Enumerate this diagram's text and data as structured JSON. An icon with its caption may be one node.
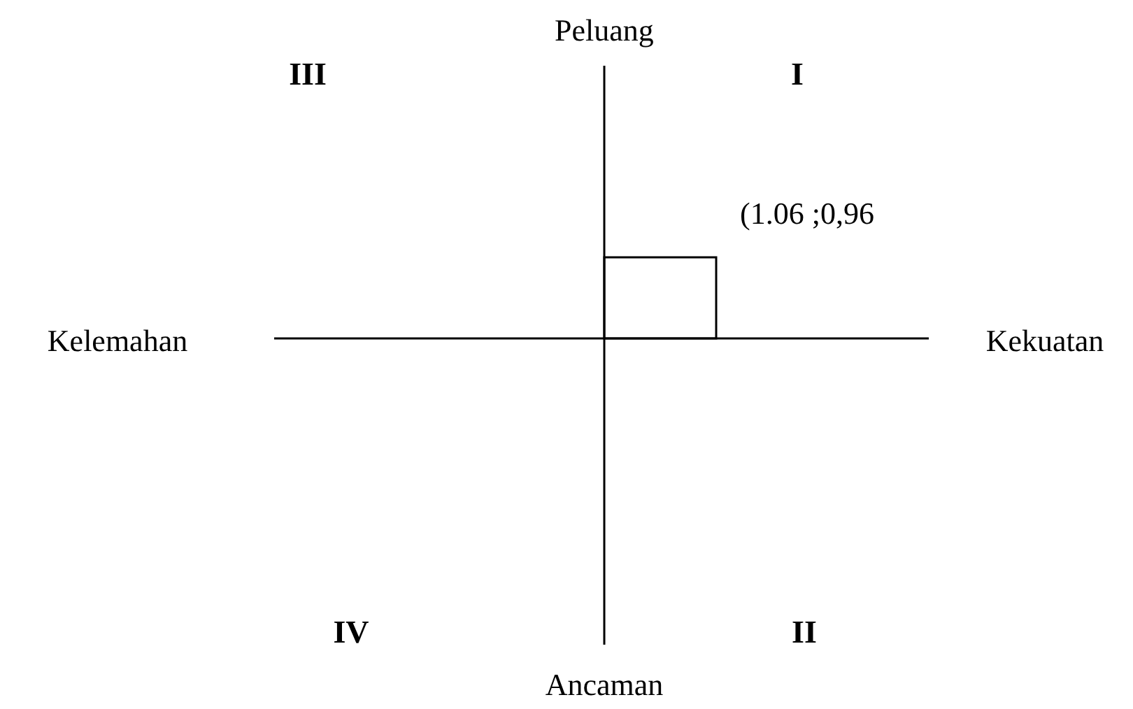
{
  "diagram": {
    "labels": [
      "Peluang",
      "III",
      "I",
      "(1.06 ;0,96",
      "Kelemahan",
      "Kekuatan",
      "IV",
      "II",
      "Ancaman"
    ]
  }
}
